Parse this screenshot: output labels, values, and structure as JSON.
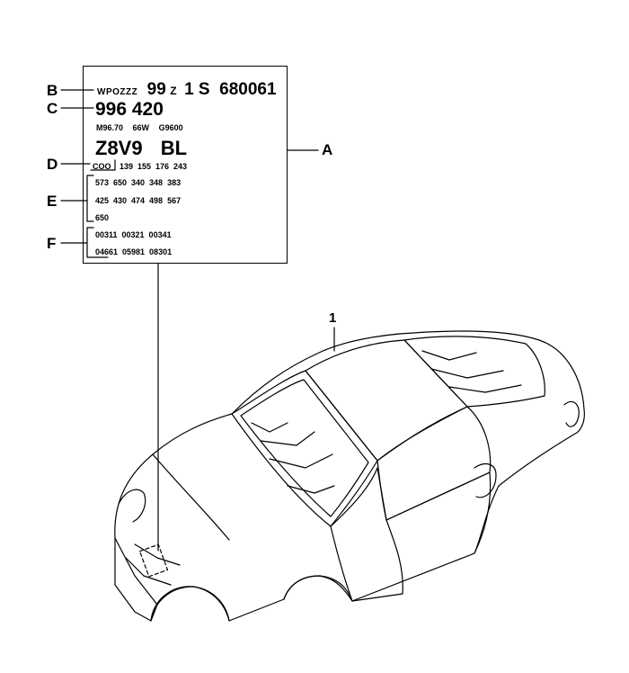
{
  "sticker": {
    "vin_prefix": "WPOZZZ",
    "vin_model": "99",
    "vin_z": "Z",
    "vin_tail": "1 S  680061",
    "type_number": "996 420",
    "engine_row": [
      "M96.70",
      "66W",
      "G9600"
    ],
    "paint_code": "Z8V9",
    "interior_code": "BL",
    "coo_label": "COO",
    "options_row_1": "139  155  176  243",
    "options_row_2": "573  650  340  348  383",
    "options_row_3": "425  430  474  498  567",
    "options_row_4": "650",
    "codes_row_1": "00311  00321  00341",
    "codes_row_2": "04661  05981  08301"
  },
  "callouts": {
    "A": "A",
    "B": "B",
    "C": "C",
    "D": "D",
    "E": "E",
    "F": "F",
    "part_1": "1"
  }
}
